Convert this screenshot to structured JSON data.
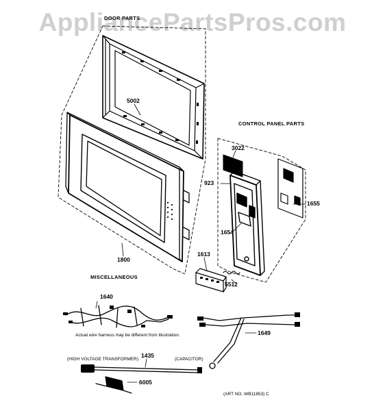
{
  "watermark": "AppliancePartsPros.com",
  "sections": {
    "door": "DOOR PARTS",
    "control": "CONTROL PANEL PARTS",
    "misc": "MISCELLANEOUS"
  },
  "parts": {
    "p5002": "5002",
    "p1800": "1800",
    "p3022": "3022",
    "p923": "923",
    "p1655": "1655",
    "p1654": "1654",
    "p1613": "1613",
    "p5512": "5512",
    "p1640": "1640",
    "p1649": "1649",
    "p1435": "1435",
    "p6005": "6005"
  },
  "notes": {
    "harness": "Actual wire harness may be different from illustration.",
    "hv_transformer": "(HIGH VOLTAGE TRANSFORMER)",
    "capacitor": "(CAPACITOR)",
    "art_no": "(ART NO. WB11853) C"
  }
}
